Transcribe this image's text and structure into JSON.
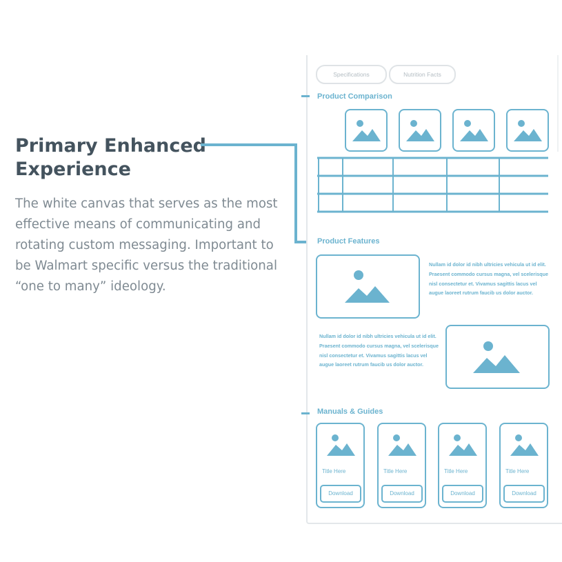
{
  "callout": {
    "headline": "Primary Enhanced Experience",
    "description": "The white canvas that serves as the most effective means of communicating and rotating custom messaging. Important to be Walmart specific versus the traditional “one to many” ideology."
  },
  "tabs": {
    "specifications": "Specifications",
    "nutrition": "Nutrition Facts"
  },
  "sections": {
    "comparison": "Product Comparison",
    "features": "Product Features",
    "manuals": "Manuals & Guides"
  },
  "features": {
    "copy_1": "Nullam id dolor id nibh ultricies vehicula ut id elit. Praesent commodo cursus magna, vel scelerisque nisl consectetur et. Vivamus sagittis lacus vel augue laoreet rutrum faucib us dolor auctor.",
    "copy_2": "Nullam id dolor id nibh ultricies vehicula ut id elit. Praesent commodo cursus magna, vel scelerisque nisl consectetur et. Vivamus sagittis lacus vel augue laoreet rutrum faucib us dolor auctor."
  },
  "manuals": {
    "cards": [
      {
        "title": "Title Here",
        "button": "Download"
      },
      {
        "title": "Title Here",
        "button": "Download"
      },
      {
        "title": "Title Here",
        "button": "Download"
      },
      {
        "title": "Title Here",
        "button": "Download"
      }
    ]
  },
  "colors": {
    "accent": "#6bb3cf",
    "headline": "#44535e",
    "body": "#7f8a92",
    "panel_border": "#e3e7ea"
  },
  "icons": {
    "placeholder": "image-placeholder-icon"
  }
}
